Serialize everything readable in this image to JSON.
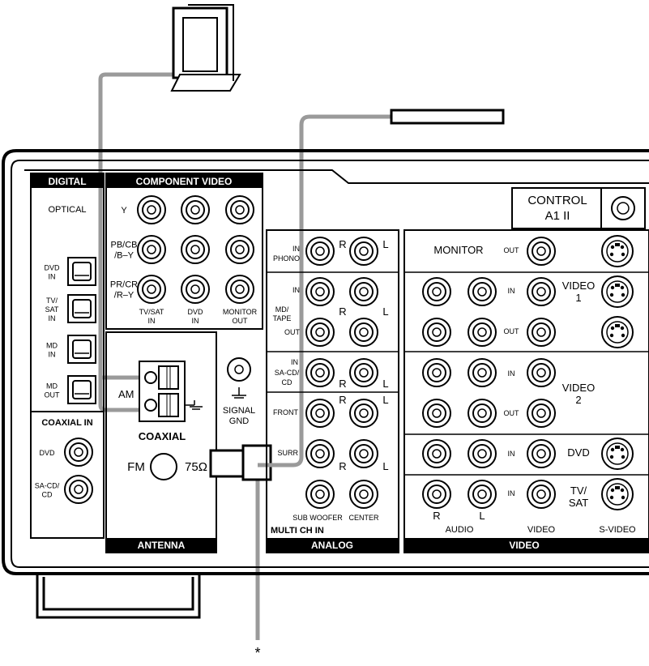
{
  "sections": {
    "digital": "DIGITAL",
    "component_video": "COMPONENT VIDEO",
    "optical": "OPTICAL",
    "coaxial_in": "COAXIAL IN",
    "antenna": "ANTENNA",
    "analog": "ANALOG",
    "video": "VIDEO",
    "multi_ch_in": "MULTI CH IN"
  },
  "control": {
    "line1": "CONTROL",
    "line2": "A1 II"
  },
  "optical_inputs": [
    {
      "lines": [
        "DVD",
        "IN"
      ]
    },
    {
      "lines": [
        "TV/",
        "SAT",
        "IN"
      ]
    },
    {
      "lines": [
        "MD",
        "IN"
      ]
    },
    {
      "lines": [
        "MD",
        "OUT"
      ]
    }
  ],
  "coaxial_inputs": [
    {
      "lines": [
        "DVD"
      ]
    },
    {
      "lines": [
        "SA-CD/",
        "CD"
      ]
    }
  ],
  "component": {
    "rows": [
      [
        "Y"
      ],
      [
        "PB/CB",
        "/B–Y"
      ],
      [
        "PR/CR",
        "/R–Y"
      ]
    ],
    "columns": [
      [
        "TV/SAT",
        "IN"
      ],
      [
        "DVD",
        "IN"
      ],
      [
        "MONITOR",
        "OUT"
      ]
    ]
  },
  "antenna": {
    "am": "AM",
    "coaxial": "COAXIAL",
    "fm": "FM",
    "ohms": "75Ω",
    "ground_line1": "SIGNAL",
    "ground_line2": "GND"
  },
  "analog": {
    "r": "R",
    "l": "L",
    "in": "IN",
    "out": "OUT",
    "phono_line1": "IN",
    "phono_line2": "PHONO",
    "md_tape": [
      "MD/",
      "TAPE"
    ],
    "sacd": [
      "IN",
      "SA-CD/",
      "CD"
    ],
    "front": "FRONT",
    "surr": "SURR",
    "sub_woofer": "SUB WOOFER",
    "center": "CENTER"
  },
  "video": {
    "monitor": "MONITOR",
    "out": "OUT",
    "in": "IN",
    "video1": [
      "VIDEO",
      "1"
    ],
    "video2": [
      "VIDEO",
      "2"
    ],
    "dvd": "DVD",
    "tvsat": [
      "TV/",
      "SAT"
    ],
    "r": "R",
    "l": "L",
    "audio": "AUDIO",
    "video_label": "VIDEO",
    "svideo": "S-VIDEO"
  },
  "asterisk": "*",
  "colors": {
    "panel_line": "#000000",
    "header_fill": "#000000",
    "cable": "#9a9a9a",
    "background": "#ffffff"
  }
}
